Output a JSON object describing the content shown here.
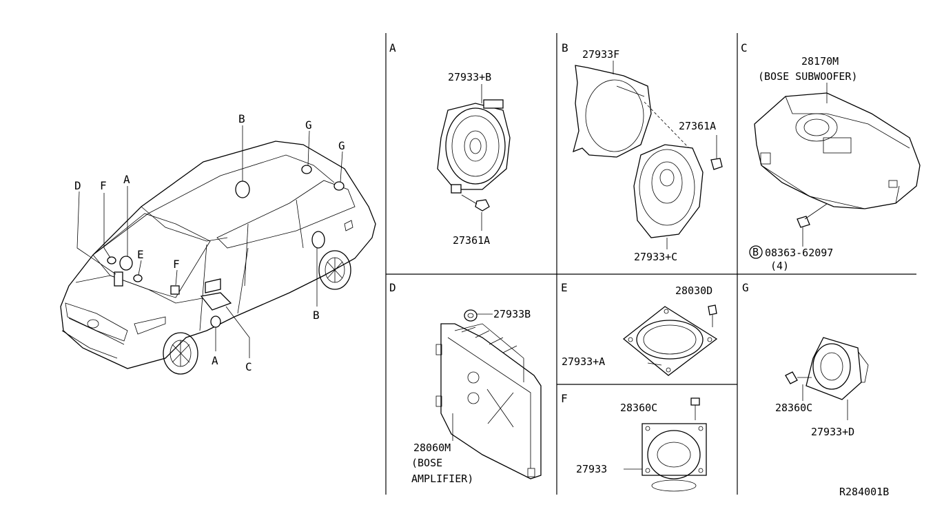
{
  "diagram": {
    "vehicle_callouts": [
      "B",
      "G",
      "G",
      "D",
      "F",
      "A",
      "E",
      "F",
      "B",
      "A",
      "C"
    ],
    "panels": [
      {
        "id": "A",
        "parts": [
          "27933+B",
          "27361A"
        ]
      },
      {
        "id": "B",
        "parts": [
          "27933F",
          "27361A",
          "27933+C"
        ]
      },
      {
        "id": "C",
        "parts": [
          "28170M",
          "(BOSE SUBWOOFER)",
          "08363-62097",
          "(4)"
        ],
        "bolt_symbol": "B"
      },
      {
        "id": "D",
        "parts": [
          "27933B",
          "28060M",
          "(BOSE",
          "AMPLIFIER)"
        ]
      },
      {
        "id": "E",
        "parts": [
          "28030D",
          "27933+A"
        ]
      },
      {
        "id": "F",
        "parts": [
          "28360C",
          "27933"
        ]
      },
      {
        "id": "G",
        "parts": [
          "28360C",
          "27933+D"
        ]
      }
    ],
    "reference_code": "R284001B"
  }
}
